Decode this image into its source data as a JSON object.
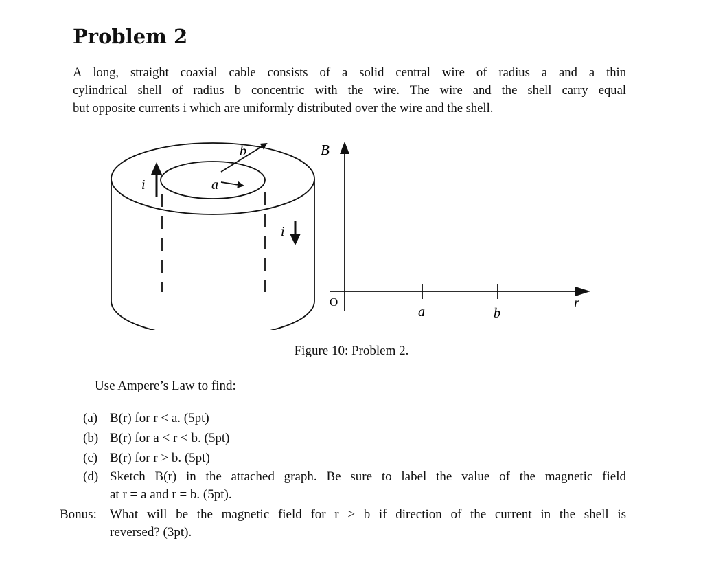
{
  "title": "Problem 2",
  "intro_lines": [
    "A long, straight coaxial cable consists of a solid central wire of radius a and a thin",
    "cylindrical shell of radius b concentric with the wire. The wire and the shell carry equal",
    "but opposite currents i which are uniformly distributed over the wire and the shell."
  ],
  "figure": {
    "cable": {
      "outer_label": "b",
      "inner_label": "a",
      "current_up": "i",
      "current_down": "i"
    },
    "graph": {
      "y_axis": "B",
      "origin": "O",
      "x_axis": "r",
      "ticks": [
        "a",
        "b"
      ]
    }
  },
  "caption": "Figure 10: Problem 2.",
  "task_intro": "Use Ampere’s Law to find:",
  "items": [
    {
      "label": "(a)",
      "text": "B(r) for r < a. (5pt)"
    },
    {
      "label": "(b)",
      "text": "B(r) for a < r < b. (5pt)"
    },
    {
      "label": "(c)",
      "text": "B(r) for r > b. (5pt)"
    },
    {
      "label": "(d)",
      "lines": [
        "Sketch B(r) in the attached graph. Be sure to label the value of the magnetic field",
        "at r = a and r = b. (5pt)."
      ]
    }
  ],
  "bonus": {
    "label": "Bonus:",
    "lines": [
      "What will be the magnetic field for r > b if direction of the current in the shell is",
      "reversed? (3pt)."
    ]
  }
}
